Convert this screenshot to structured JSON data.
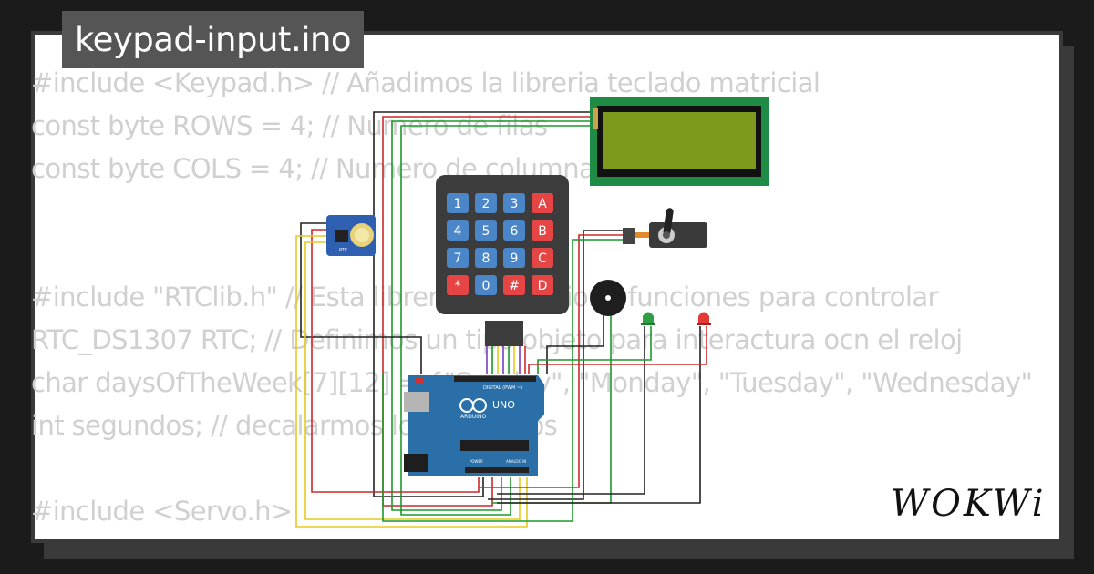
{
  "project": {
    "file_name": "keypad-input.ino"
  },
  "code": {
    "lines": [
      "#include <Keypad.h> // Añadimos la libreria teclado matricial",
      "const byte ROWS = 4; // Numero de filas",
      "const byte COLS = 4; // Numero de columnas",
      "",
      "",
      "#include \"RTClib.h\" // Esta libreria proporciona funciones para controlar",
      "RTC_DS1307 RTC; // Definimos un tipo objeto para interactura ocn el reloj",
      "char daysOfTheWeek[7][12] = {\"Sunday\", \"Monday\", \"Tuesday\", \"Wednesday\"",
      "int segundos; // decalarmos los segundos",
      "",
      "#include <Servo.h>"
    ]
  },
  "diagram": {
    "keypad": {
      "keys": [
        "1",
        "2",
        "3",
        "A",
        "4",
        "5",
        "6",
        "B",
        "7",
        "8",
        "9",
        "C",
        "*",
        "0",
        "#",
        "D"
      ]
    },
    "arduino": {
      "brand_text": "ARDUINO",
      "model_text": "UNO",
      "digital_label": "DIGITAL (PWM ~)",
      "analog_label": "ANALOG IN",
      "power_label": "POWER"
    },
    "rtc_module": {
      "label": "RTC"
    },
    "leds": [
      {
        "color": "#2ea043"
      },
      {
        "color": "#e53935"
      }
    ],
    "colors": {
      "lcd_frame": "#1e8c45",
      "lcd_screen": "#7d9a1c",
      "keypad_body": "#3c3c3c",
      "key_blue": "#4a86c8",
      "key_red": "#e54545",
      "arduino_body": "#2a6fa8",
      "wire_green": "#1a9a2a",
      "wire_red": "#cc2a2a",
      "wire_yellow": "#e8c81e",
      "wire_black": "#222222",
      "wire_purple": "#7a3fbf"
    }
  },
  "brand": {
    "name": "WOKWi"
  }
}
